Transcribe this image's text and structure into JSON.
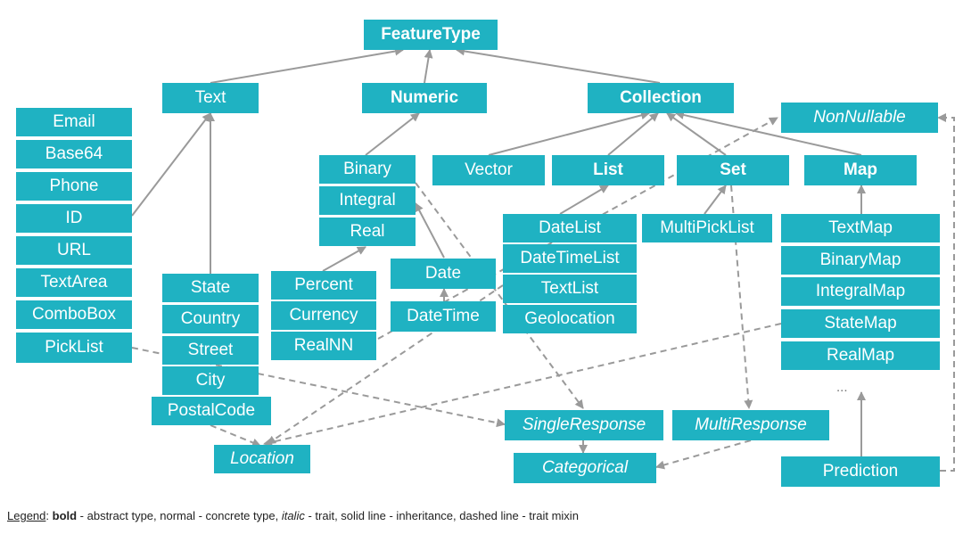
{
  "diagram": {
    "nodes": {
      "featuretype": "FeatureType",
      "text": "Text",
      "numeric": "Numeric",
      "collection": "Collection",
      "nonnullable": "NonNullable",
      "email": "Email",
      "base64": "Base64",
      "phone": "Phone",
      "id": "ID",
      "url": "URL",
      "textarea": "TextArea",
      "combobox": "ComboBox",
      "picklist": "PickList",
      "binary": "Binary",
      "integral": "Integral",
      "real": "Real",
      "vector": "Vector",
      "list": "List",
      "set": "Set",
      "map": "Map",
      "datelist": "DateList",
      "datetimelist": "DateTimeList",
      "textlist": "TextList",
      "geolocation": "Geolocation",
      "multipicklist": "MultiPickList",
      "textmap": "TextMap",
      "binarymap": "BinaryMap",
      "integralmap": "IntegralMap",
      "statemap": "StateMap",
      "realmap": "RealMap",
      "ellipsis": "...",
      "state": "State",
      "country": "Country",
      "street": "Street",
      "city": "City",
      "postalcode": "PostalCode",
      "percent": "Percent",
      "currency": "Currency",
      "realnn": "RealNN",
      "date": "Date",
      "datetime": "DateTime",
      "location": "Location",
      "singleresponse": "SingleResponse",
      "multiresponse": "MultiResponse",
      "categorical": "Categorical",
      "prediction": "Prediction"
    },
    "colors": {
      "box": "#1fb2c2",
      "line": "#9a9a9a"
    }
  },
  "legend": {
    "title": "Legend",
    "sep": ": ",
    "bold_word": "bold",
    "bold_desc": " - abstract type, normal - concrete type, ",
    "italic_word": "italic",
    "italic_desc": " - trait, solid line - inheritance, dashed line - trait mixin"
  }
}
